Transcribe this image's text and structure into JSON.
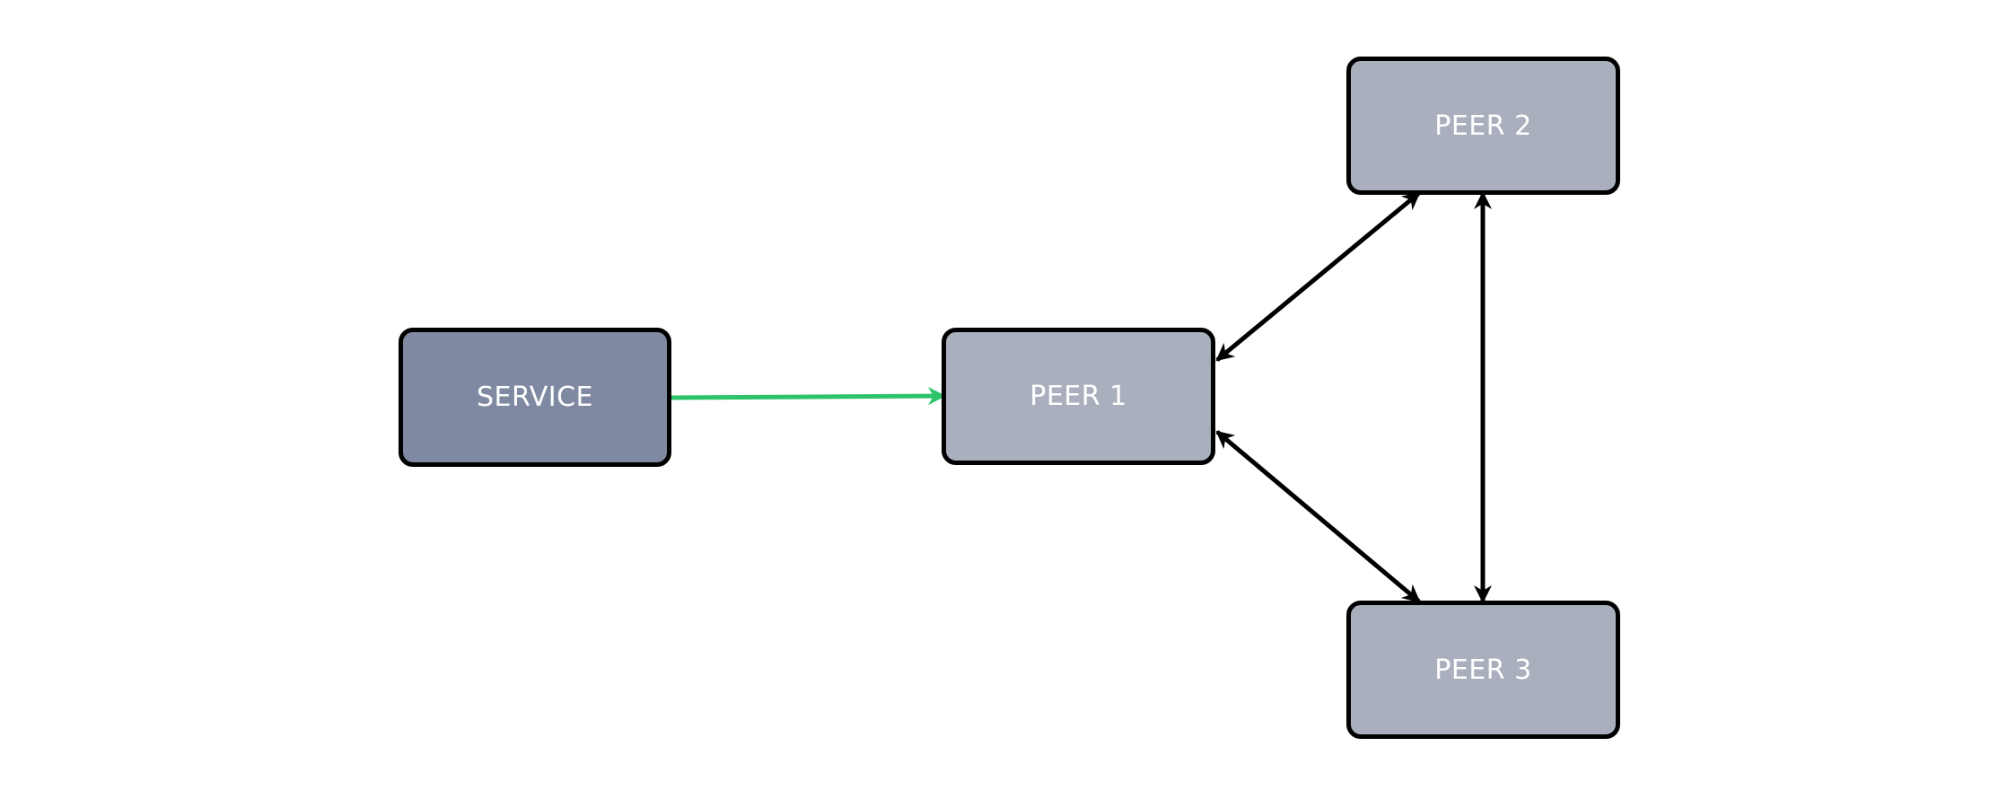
{
  "nodes": {
    "service": {
      "label": "SERVICE",
      "fill": "#7F8AA2"
    },
    "peer1": {
      "label": "PEER 1",
      "fill": "#A9AFBD"
    },
    "peer2": {
      "label": "PEER 2",
      "fill": "#A9AFBD"
    },
    "peer3": {
      "label": "PEER 3",
      "fill": "#A9AFBD"
    }
  },
  "edges": [
    {
      "from": "service",
      "to": "peer1",
      "direction": "one-way",
      "color": "#2CC36B"
    },
    {
      "from": "peer1",
      "to": "peer2",
      "direction": "two-way",
      "color": "#000000"
    },
    {
      "from": "peer1",
      "to": "peer3",
      "direction": "two-way",
      "color": "#000000"
    },
    {
      "from": "peer2",
      "to": "peer3",
      "direction": "two-way",
      "color": "#000000"
    }
  ],
  "colors": {
    "node_border": "#000000",
    "label_text": "#ffffff",
    "background": "#ffffff"
  }
}
